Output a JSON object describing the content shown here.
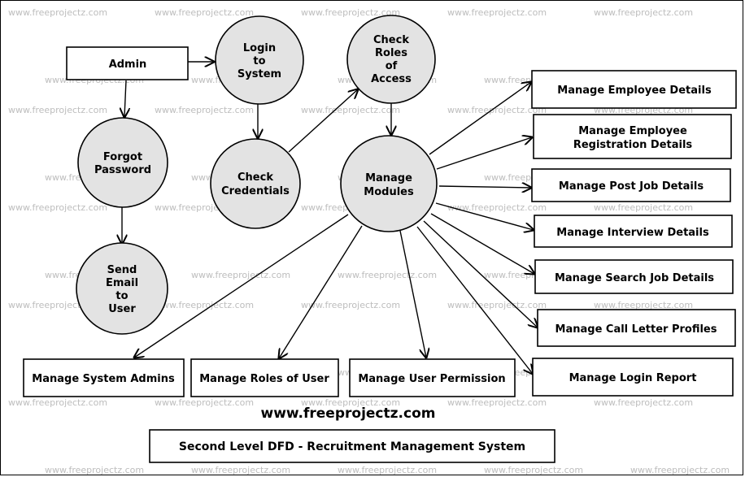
{
  "watermark": "www.freeprojectz.com",
  "entities": {
    "admin": "Admin",
    "employee_details": "Manage Employee Details",
    "employee_registration_1": "Manage Employee",
    "employee_registration_2": "Registration Details",
    "post_job": "Manage Post Job Details",
    "interview": "Manage Interview Details",
    "search_job": "Manage Search Job Details",
    "call_letter": "Manage Call Letter Profiles",
    "login_report": "Manage Login Report",
    "system_admins": "Manage System Admins",
    "roles_of_user": "Manage Roles of User",
    "user_permission": "Manage User Permission"
  },
  "processes": {
    "login": [
      "Login",
      "to",
      "System"
    ],
    "check_roles": [
      "Check",
      "Roles",
      "of",
      "Access"
    ],
    "forgot": [
      "Forgot",
      "Password"
    ],
    "check_credentials": [
      "Check",
      "Credentials"
    ],
    "manage_modules": [
      "Manage",
      "Modules"
    ],
    "send_email": [
      "Send",
      "Email",
      "to",
      "User"
    ]
  },
  "site_text": "www.freeprojectz.com",
  "title": "Second Level DFD - Recruitment Management System"
}
